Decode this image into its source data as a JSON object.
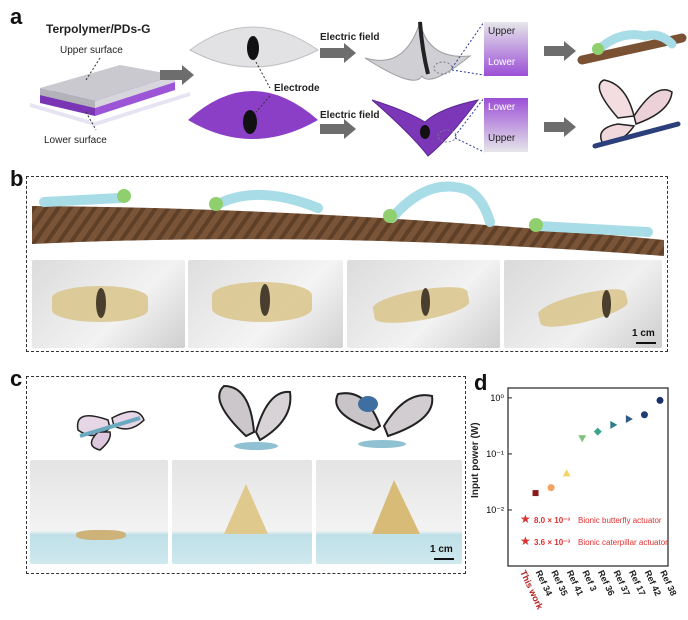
{
  "panel_a": {
    "label": "a",
    "material_title": "Terpolymer/PDs-G",
    "upper_surface": "Upper surface",
    "lower_surface": "Lower surface",
    "electrode": "Electrode",
    "electric_field_1": "Electric field",
    "electric_field_2": "Electric field",
    "layer_top_1": "Upper",
    "layer_bottom_1": "Lower",
    "layer_top_2": "Lower",
    "layer_bottom_2": "Upper"
  },
  "panel_b": {
    "label": "b",
    "scale": "1 cm"
  },
  "panel_c": {
    "label": "c",
    "scale": "1 cm"
  },
  "panel_d": {
    "label": "d"
  },
  "colors": {
    "purple": "#8a3fc6",
    "dark_red": "#8b1a1a",
    "accent_red": "#e03030"
  },
  "chart_data": {
    "type": "scatter",
    "title": "",
    "xlabel": "",
    "ylabel": "Input power (W)",
    "yscale": "log",
    "ylim": [
      0.001,
      1.5
    ],
    "y_ticks": [
      "10⁰",
      "10⁻¹",
      "10⁻²"
    ],
    "categories": [
      "This work",
      "Ref 34",
      "Ref 35",
      "Ref 41",
      "Ref 3",
      "Ref 36",
      "Ref 37",
      "Ref 17",
      "Ref 42",
      "Ref 38"
    ],
    "values": [
      null,
      0.02,
      0.025,
      0.045,
      0.19,
      0.25,
      0.33,
      0.42,
      0.5,
      0.9
    ],
    "colors": [
      "#b22222",
      "#8b1a1a",
      "#f4a261",
      "#f6d365",
      "#7fbf7f",
      "#3aa68f",
      "#2e7d8a",
      "#2b5c8a",
      "#1f3f7a",
      "#1a2f6b"
    ],
    "annotations": [
      {
        "value_text": "8.0 × 10⁻³",
        "label": "Bionic butterfly actuator"
      },
      {
        "value_text": "3.6 × 10⁻³",
        "label": "Bionic caterpillar actuator"
      }
    ]
  }
}
